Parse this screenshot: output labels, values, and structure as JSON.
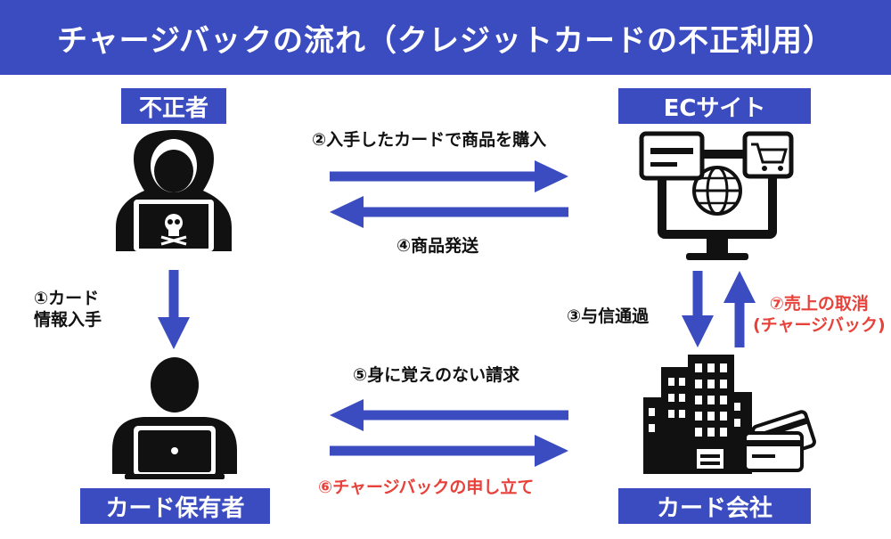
{
  "title": "チャージバックの流れ（クレジットカードの不正利用）",
  "nodes": {
    "fraudster": "不正者",
    "ec_site": "ECサイト",
    "cardholder": "カード保有者",
    "card_company": "カード会社"
  },
  "steps": {
    "s1_line1": "①カード",
    "s1_line2": "情報入手",
    "s2": "②入手したカードで商品を購入",
    "s3": "③与信通過",
    "s4": "④商品発送",
    "s5": "⑤身に覚えのない請求",
    "s6": "⑥チャージバックの申し立て",
    "s7_line1": "⑦売上の取消",
    "s7_line2": "(チャージバック)"
  },
  "colors": {
    "accent": "#3b4cc0",
    "highlight": "#e8413a",
    "ink": "#111111"
  }
}
